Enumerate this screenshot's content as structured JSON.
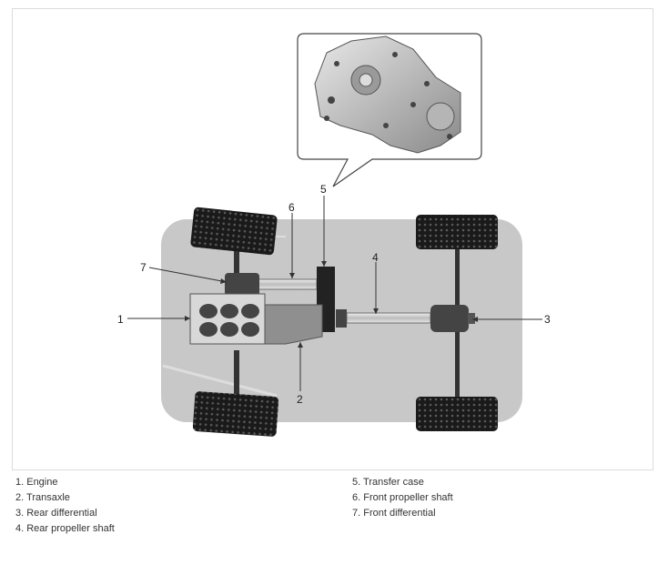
{
  "callouts": [
    "1",
    "2",
    "3",
    "4",
    "5",
    "6",
    "7"
  ],
  "legend": {
    "left": [
      "1. Engine",
      "2. Transaxle",
      "3. Rear differential",
      "4. Rear propeller shaft"
    ],
    "right": [
      "5. Transfer case",
      "6. Front propeller shaft",
      "7. Front differential"
    ]
  },
  "colors": {
    "chassis": "#c8c8c8",
    "tire": "#1a1a1a",
    "component": "#7a7a7a",
    "shaft": "#cfcfcf"
  }
}
